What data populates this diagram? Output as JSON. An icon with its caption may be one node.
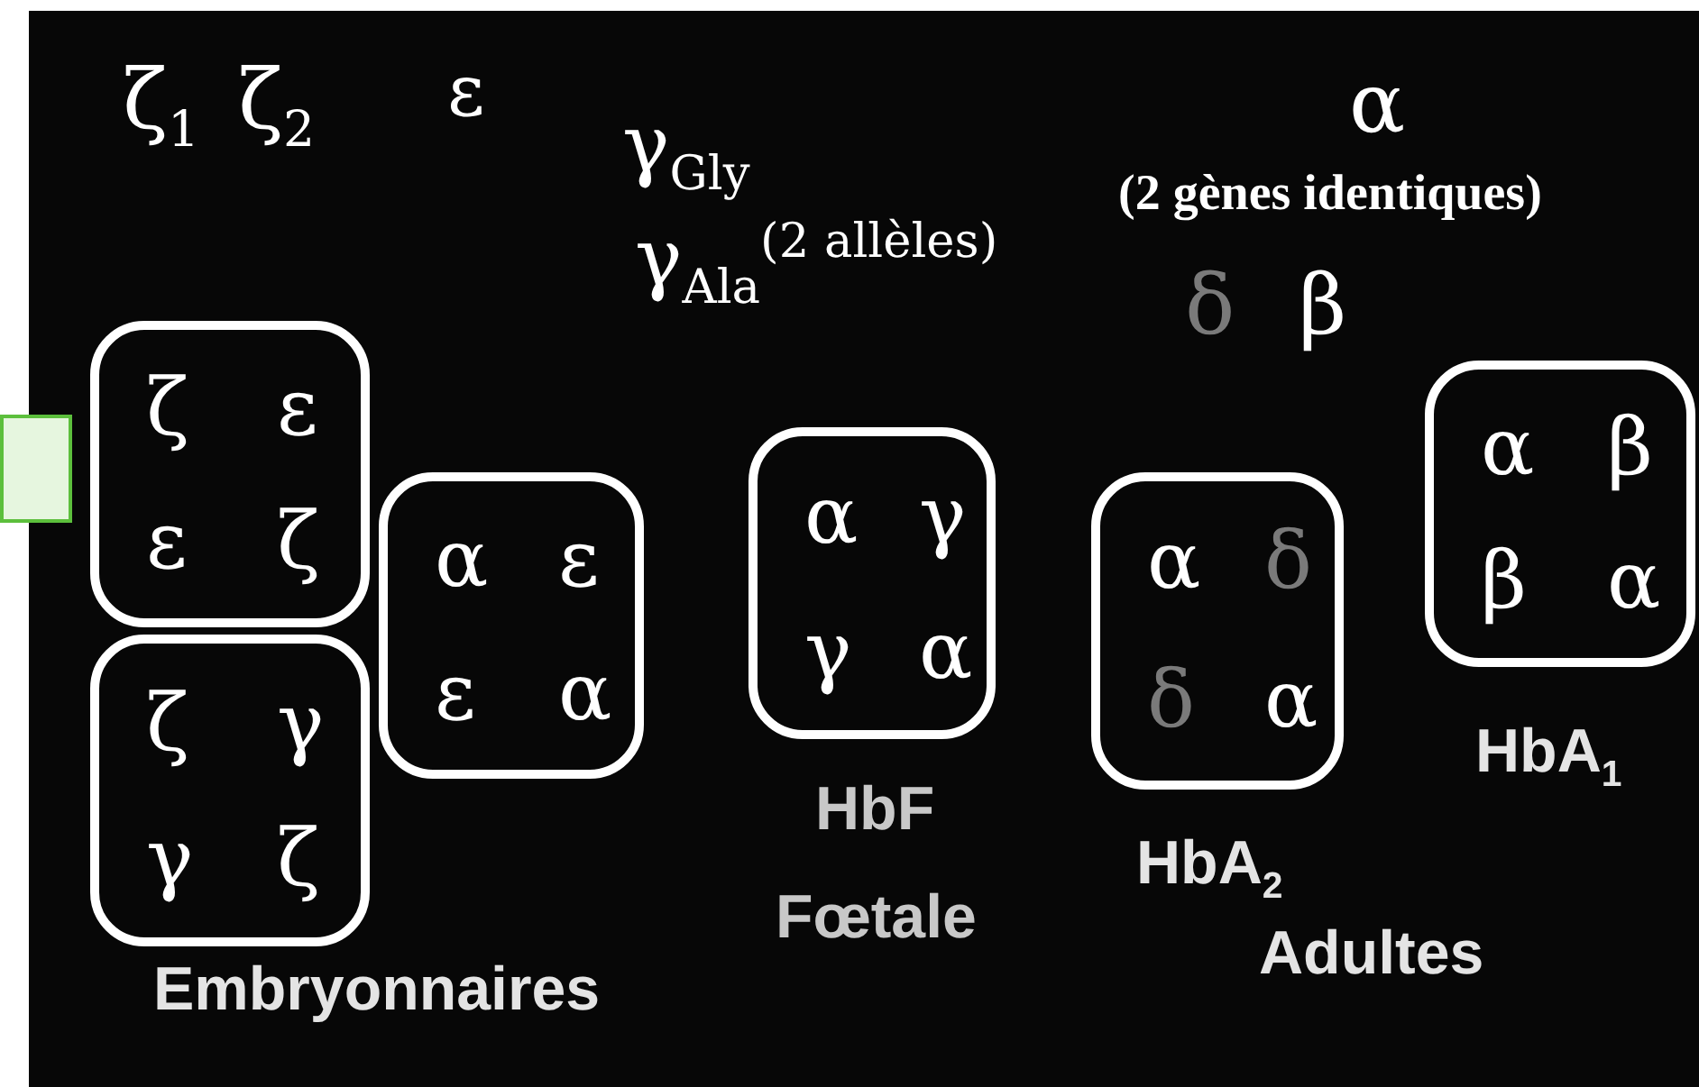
{
  "diagram": {
    "nodes": [
      {
        "text": [],
        "shape": "box"
      },
      {
        "text": [
          "ζ",
          "ε",
          "ε",
          "ζ"
        ]
      },
      {
        "text": [
          "ζ",
          "γ",
          "γ",
          "ζ"
        ]
      },
      {
        "text": [
          "α",
          "ε",
          "ε",
          "α"
        ]
      },
      {
        "text": [
          "α",
          "γ",
          "γ",
          "α"
        ],
        "beside": [
          "HbF"
        ]
      },
      {
        "text": [
          "α",
          "δ",
          "δ",
          "α"
        ],
        "beside": [
          "HbA$_{2}$"
        ]
      },
      {
        "text": [
          "α",
          "β",
          "β",
          "α"
        ],
        "beside": [
          "HbA$_{1}$"
        ]
      }
    ],
    "edges": [],
    "labels": [
      "ζ$_{1}$",
      "ζ$_{2}$",
      "ε",
      "γ$_{Gly}$",
      "α",
      "(2 gènes identiques)",
      "γ$_{Ala}$$^{(2 allèles)}$",
      "δ",
      "β",
      "Fœtale",
      "Adultes",
      "Embryonnaires"
    ]
  }
}
